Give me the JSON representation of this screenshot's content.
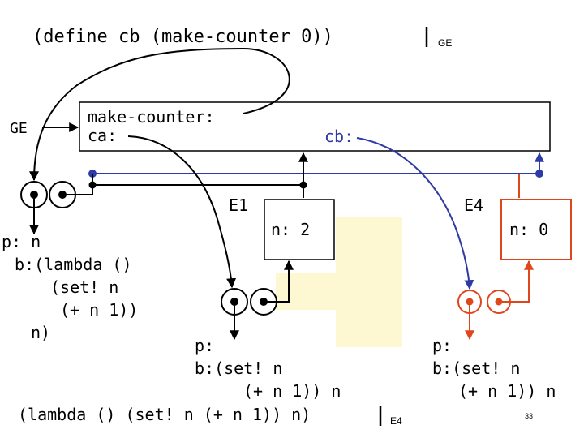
{
  "header": {
    "expression": "(define cb (make-counter 0))",
    "env_label": "GE"
  },
  "global_frame": {
    "pointer_label": "GE",
    "binding_make_counter": "make-counter:",
    "binding_ca": "ca:",
    "binding_cb": "cb:"
  },
  "frame_e1": {
    "label": "E1",
    "binding": "n: 2"
  },
  "frame_e4": {
    "label": "E4",
    "binding": "n: 0"
  },
  "procedure_make_counter": {
    "params": "p: n",
    "body_lines": [
      "b:(lambda ()",
      "(set! n",
      "(+ n 1))",
      "n)"
    ]
  },
  "procedure_ca": {
    "params": "p:",
    "body_lines": [
      "b:(set! n",
      "(+ n 1)) n"
    ]
  },
  "procedure_cb": {
    "params": "p:",
    "body_lines": [
      "b:(set! n",
      "(+ n 1)) n"
    ]
  },
  "footer": {
    "expression": "(lambda () (set! n (+ n 1)) n)",
    "env_label": "E4"
  },
  "page_number": "33",
  "colors": {
    "ink": "#000000",
    "blue": "#2e3aa6",
    "orange": "#e0461c",
    "highlight": "#fdf8d2"
  }
}
